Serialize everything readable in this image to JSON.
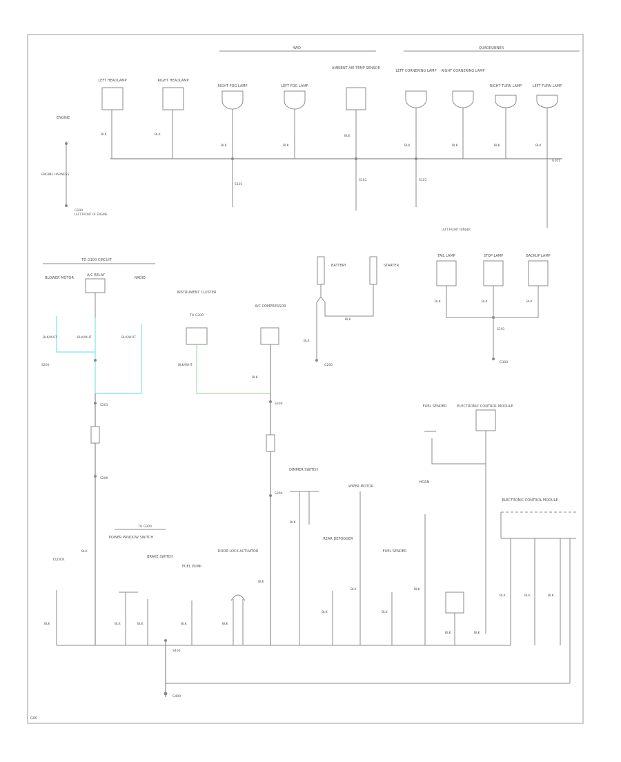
{
  "diagram": {
    "page_code": "G00",
    "colors": {
      "line": "#8a8a8a",
      "text": "#555555",
      "cyan": "#7fe3e3",
      "green": "#a8dca8",
      "frame": "#9a9a9a"
    },
    "top_groups": [
      {
        "id": "grp-4wd",
        "label": "4WD"
      },
      {
        "id": "grp-quadrunner",
        "label": "QUADRUNNER"
      }
    ],
    "top_components": [
      {
        "id": "lh-front-lamp",
        "label": "LEFT HEADLAMP"
      },
      {
        "id": "rh-front-lamp",
        "label": "RIGHT HEADLAMP"
      },
      {
        "id": "rh-fog-lamp",
        "label": "RIGHT FOG LAMP"
      },
      {
        "id": "lh-fog-lamp",
        "label": "LEFT FOG LAMP"
      },
      {
        "id": "ambient-temp-sensor",
        "label": "AMBIENT AIR TEMP SENSOR"
      },
      {
        "id": "lh-cornering-lamp",
        "label": "LEFT CORNERING LAMP"
      },
      {
        "id": "rh-cornering-lamp",
        "label": "RIGHT CORNERING LAMP"
      },
      {
        "id": "rh-turn-lamp",
        "label": "RIGHT TURN LAMP"
      },
      {
        "id": "lh-turn-lamp",
        "label": "LEFT TURN LAMP"
      }
    ],
    "engine_label": "ENGINE",
    "ground_g100": "G100",
    "ground_g100_desc": "LEFT FRONT OF ENGINE",
    "ground_g101": "G101",
    "ground_g101_desc": "LEFT FRONT FENDER",
    "section_header_left": "TO G100 CIRCUIT",
    "section_header_mid": "TO G200",
    "section_header_bottom": "TO G300",
    "wire_label_black": "BLK",
    "wire_label_black_white": "BLK/WHT",
    "ground_g200": "G200",
    "ground_g300": "G300",
    "splice_s101": "S101",
    "splice_s200": "S200",
    "splice_s201": "S201",
    "splice_s300": "S300",
    "bottom_splice_s400": "S400",
    "bottom_ground_g400": "G400",
    "left_note": "ENGINE HARNESS",
    "mid_components": [
      {
        "id": "blower-motor",
        "label": "BLOWER MOTOR"
      },
      {
        "id": "ac-relay",
        "label": "A/C RELAY"
      },
      {
        "id": "radio",
        "label": "RADIO"
      },
      {
        "id": "instrument-cluster",
        "label": "INSTRUMENT CLUSTER"
      },
      {
        "id": "ac-compressor",
        "label": "A/C COMPRESSOR"
      },
      {
        "id": "battery",
        "label": "BATTERY"
      },
      {
        "id": "starter",
        "label": "STARTER"
      }
    ],
    "right_components": [
      {
        "id": "rear-lamp-1",
        "label": "TAIL LAMP"
      },
      {
        "id": "rear-lamp-2",
        "label": "STOP LAMP"
      },
      {
        "id": "rear-lamp-3",
        "label": "BACKUP LAMP"
      }
    ],
    "bottom_components": [
      {
        "id": "dimmer",
        "label": "DIMMER SWITCH"
      },
      {
        "id": "wiper",
        "label": "WIPER MOTOR"
      },
      {
        "id": "horn",
        "label": "HORN"
      },
      {
        "id": "clock",
        "label": "CLOCK"
      },
      {
        "id": "power-window",
        "label": "POWER WINDOW SWITCH"
      },
      {
        "id": "brake-switch",
        "label": "BRAKE SWITCH"
      },
      {
        "id": "fuel-pump",
        "label": "FUEL PUMP"
      },
      {
        "id": "door-lock",
        "label": "DOOR LOCK ACTUATOR"
      },
      {
        "id": "rear-defog",
        "label": "REAR DEFOGGER"
      },
      {
        "id": "fuel-sender",
        "label": "FUEL SENDER"
      },
      {
        "id": "electronic-module",
        "label": "ELECTRONIC CONTROL MODULE"
      }
    ]
  }
}
